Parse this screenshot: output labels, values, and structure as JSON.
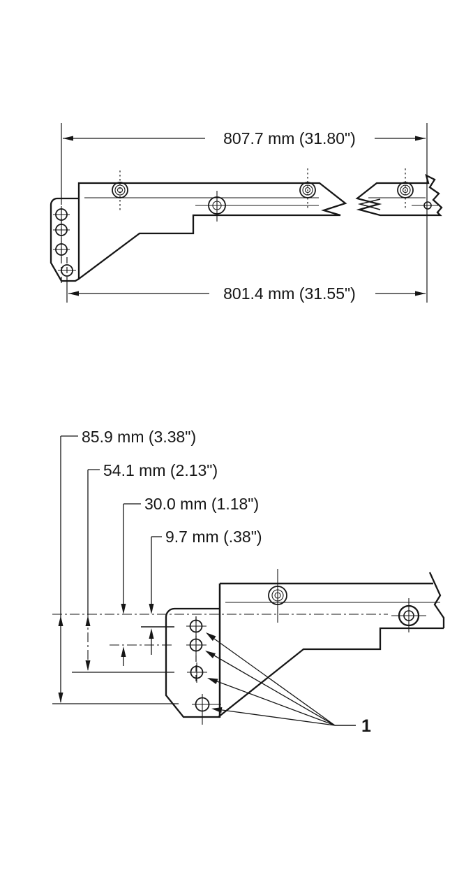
{
  "figure": {
    "background_color": "#ffffff",
    "line_color": "#161616",
    "top_view": {
      "dim_overall_top": "807.7 mm (31.80\")",
      "dim_overall_bottom": "801.4 mm (31.55\")"
    },
    "detail_view": {
      "dim_hole4_from_datum": "85.9 mm (3.38\")",
      "dim_hole3_from_datum": "54.1 mm (2.13\")",
      "dim_hole2_from_datum": "30.0 mm (1.18\")",
      "dim_hole1_from_datum": "9.7 mm (.38\")",
      "callout_label": "1"
    }
  }
}
